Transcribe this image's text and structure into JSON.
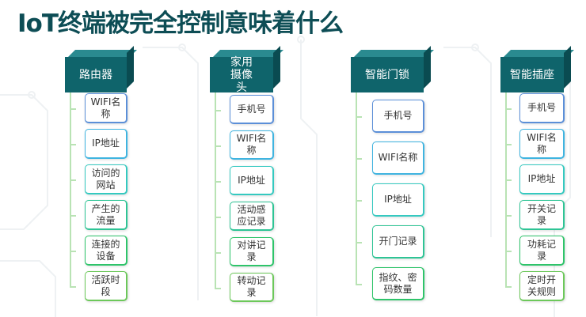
{
  "title": "IoT终端被完全控制意味着什么",
  "colors": [
    "#5b8fd8",
    "#3fb4e0",
    "#34c9c0",
    "#2ec495",
    "#2ec46a",
    "#6cc85a"
  ],
  "devices": [
    {
      "name": "路由器",
      "items": [
        "WIFI名称",
        "IP地址",
        "访问的网站",
        "产生的流量",
        "连接的设备",
        "活跃时段"
      ]
    },
    {
      "name": "家用摄像头",
      "items": [
        "手机号",
        "WIFI名称",
        "IP地址",
        "活动感应记录",
        "对讲记录",
        "转动记录"
      ]
    },
    {
      "name": "智能门锁",
      "items": [
        "手机号",
        "WIFI名称",
        "IP地址",
        "开门记录",
        "指纹、密码数量"
      ]
    },
    {
      "name": "智能插座",
      "items": [
        "手机号",
        "WIFI名称",
        "IP地址",
        "开关记录",
        "功耗记录",
        "定时开关规则"
      ]
    }
  ]
}
